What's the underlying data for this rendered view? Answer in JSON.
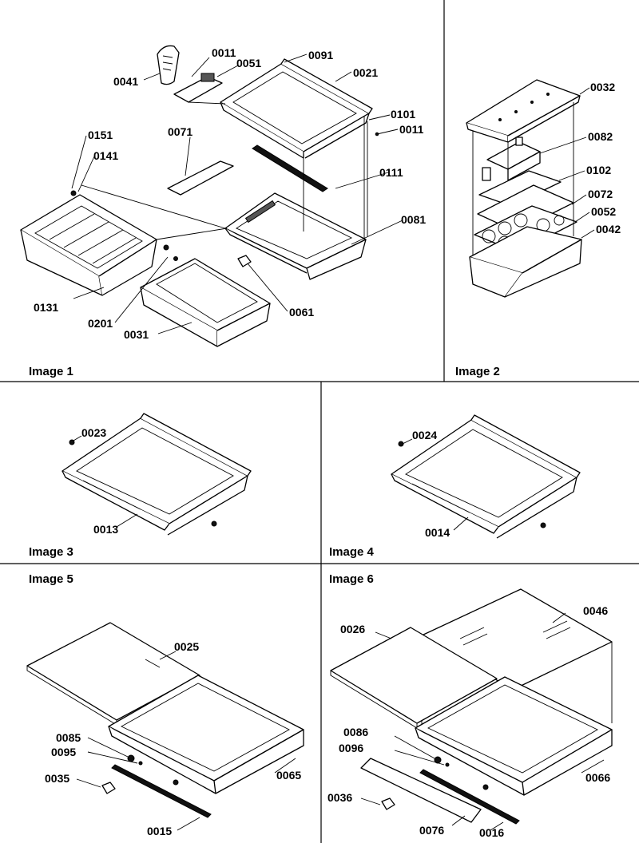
{
  "panels": [
    {
      "id": "image1",
      "caption": "Image 1",
      "labels": [
        "0011",
        "0051",
        "0091",
        "0041",
        "0021",
        "0101",
        "0011",
        "0071",
        "0151",
        "0141",
        "0111",
        "0081",
        "0131",
        "0201",
        "0061",
        "0031"
      ]
    },
    {
      "id": "image2",
      "caption": "Image 2",
      "labels": [
        "0032",
        "0082",
        "0102",
        "0072",
        "0052",
        "0042"
      ]
    },
    {
      "id": "image3",
      "caption": "Image 3",
      "labels": [
        "0023",
        "0013"
      ]
    },
    {
      "id": "image4",
      "caption": "Image 4",
      "labels": [
        "0024",
        "0014"
      ]
    },
    {
      "id": "image5",
      "caption": "Image 5",
      "labels": [
        "0025",
        "0085",
        "0095",
        "0035",
        "0065",
        "0015"
      ]
    },
    {
      "id": "image6",
      "caption": "Image 6",
      "labels": [
        "0046",
        "0026",
        "0086",
        "0096",
        "0036",
        "0066",
        "0076",
        "0016"
      ]
    }
  ]
}
